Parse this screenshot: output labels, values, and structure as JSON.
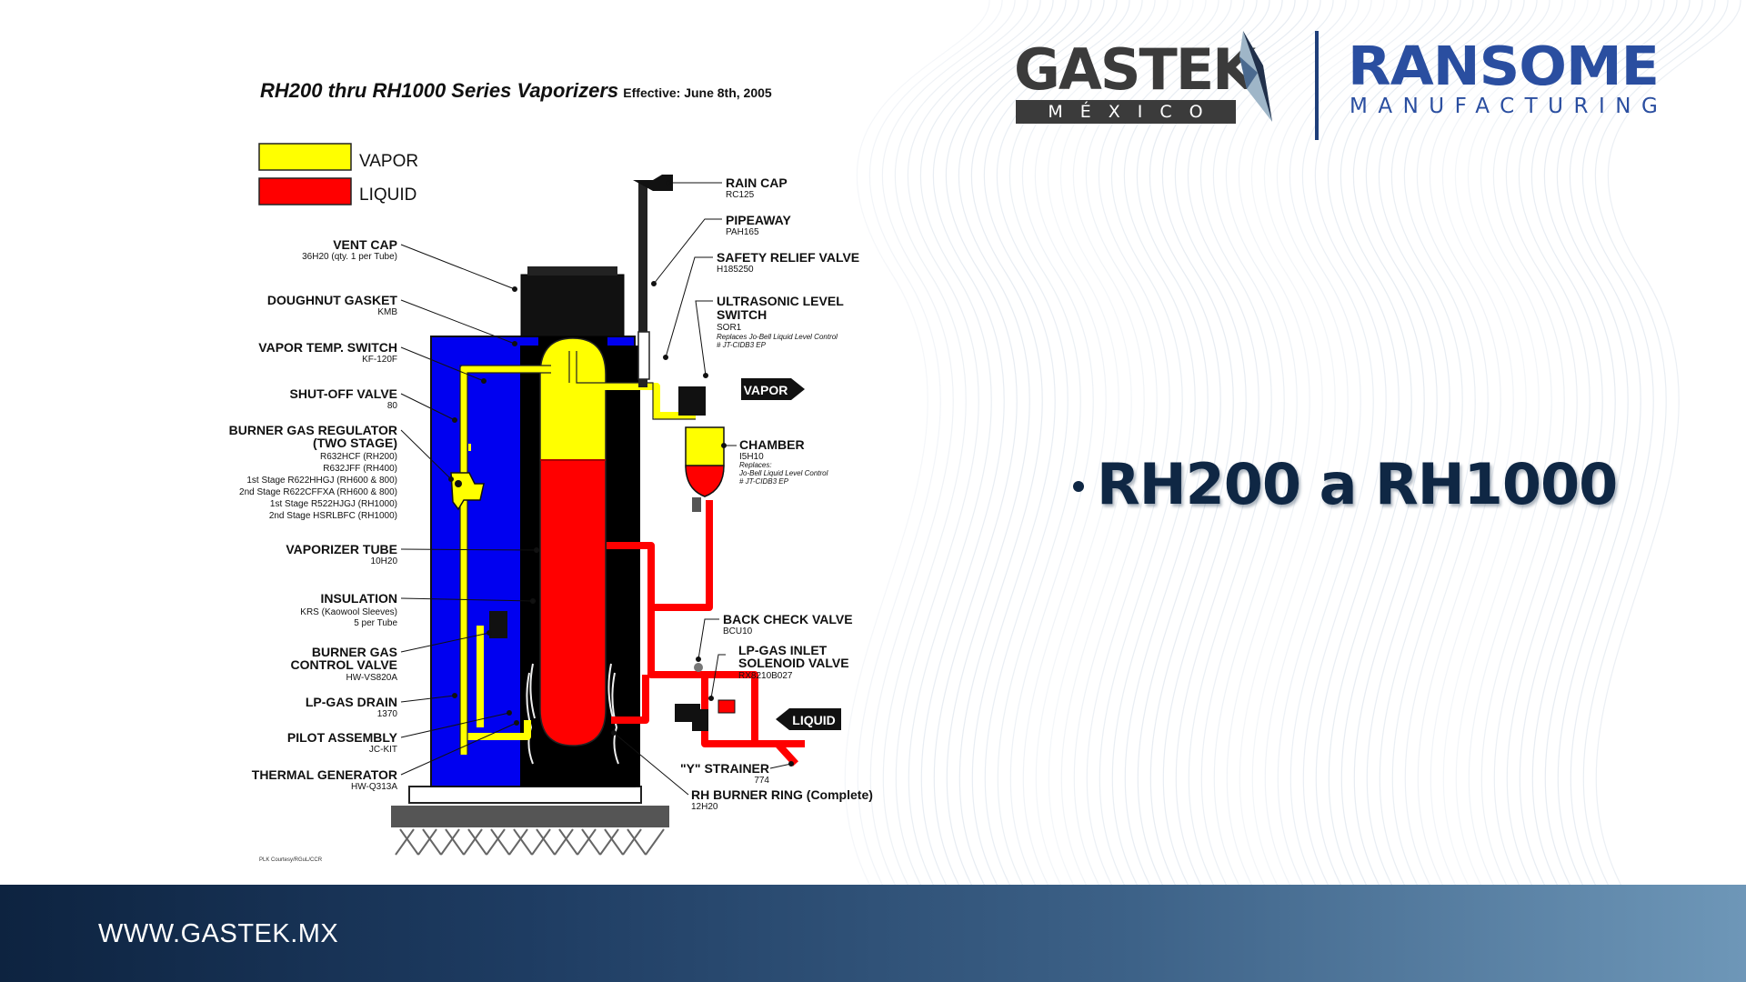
{
  "header": {
    "title": "RH200 thru RH1000 Series Vaporizers",
    "effective": "Effective: June 8th, 2005"
  },
  "legend": [
    {
      "label": "VAPOR",
      "color": "#ffff00"
    },
    {
      "label": "LIQUID",
      "color": "#ff0000"
    }
  ],
  "labels_left": [
    {
      "name": "VENT CAP",
      "sub": "36H20 (qty. 1 per Tube)"
    },
    {
      "name": "DOUGHNUT GASKET",
      "sub": "KMB"
    },
    {
      "name": "VAPOR TEMP. SWITCH",
      "sub": "KF-120F"
    },
    {
      "name": "SHUT-OFF VALVE",
      "sub": "80"
    },
    {
      "name": "BURNER GAS REGULATOR",
      "name2": "(TWO STAGE)",
      "subs": [
        "R632HCF (RH200)",
        "R632JFF (RH400)",
        "1st Stage R622HHGJ (RH600 & 800)",
        "2nd Stage R622CFFXA (RH600 & 800)",
        "1st Stage R522HJGJ (RH1000)",
        "2nd Stage HSRLBFC (RH1000)"
      ]
    },
    {
      "name": "VAPORIZER TUBE",
      "sub": "10H20"
    },
    {
      "name": "INSULATION",
      "sub": "KRS (Kaowool Sleeves)",
      "sub2": "5 per Tube"
    },
    {
      "name": "BURNER GAS",
      "name2": "CONTROL VALVE",
      "sub": "HW-VS820A"
    },
    {
      "name": "LP-GAS DRAIN",
      "sub": "1370"
    },
    {
      "name": "PILOT ASSEMBLY",
      "sub": "JC-KIT"
    },
    {
      "name": "THERMAL GENERATOR",
      "sub": "HW-Q313A"
    }
  ],
  "labels_right": [
    {
      "name": "RAIN CAP",
      "sub": "RC125"
    },
    {
      "name": "PIPEAWAY",
      "sub": "PAH165"
    },
    {
      "name": "SAFETY RELIEF VALVE",
      "sub": "H185250"
    },
    {
      "name": "ULTRASONIC LEVEL",
      "name2": "SWITCH",
      "sub": "SOR1",
      "note": "Replaces Jo-Bell Liquid Level Control",
      "note2": "# JT-CIDB3 EP"
    },
    {
      "name": "CHAMBER",
      "sub": "I5H10",
      "note": "Replaces:",
      "note2": "Jo-Bell Liquid Level Control",
      "note3": "# JT-CIDB3 EP"
    },
    {
      "name": "BACK CHECK VALVE",
      "sub": "BCU10"
    },
    {
      "name": "LP-GAS INLET",
      "name2": "SOLENOID VALVE",
      "sub": "RX8210B027"
    },
    {
      "name": "\"Y\" STRAINER",
      "sub": "774"
    },
    {
      "name": "RH BURNER RING (Complete)",
      "sub": "12H20"
    }
  ],
  "flow_tags": {
    "vapor": "VAPOR",
    "liquid": "LIQUID"
  },
  "footnote": "PLK Courtesy/RGuL/CCR",
  "logos": {
    "gastek": "GASTEK",
    "gastek_sub": "MÉXICO",
    "ransome": "RANSOME",
    "ransome_sub": "MANUFACTURING"
  },
  "bullet": "RH200 a RH1000",
  "footer": {
    "url": "WWW.GASTEK.MX"
  }
}
